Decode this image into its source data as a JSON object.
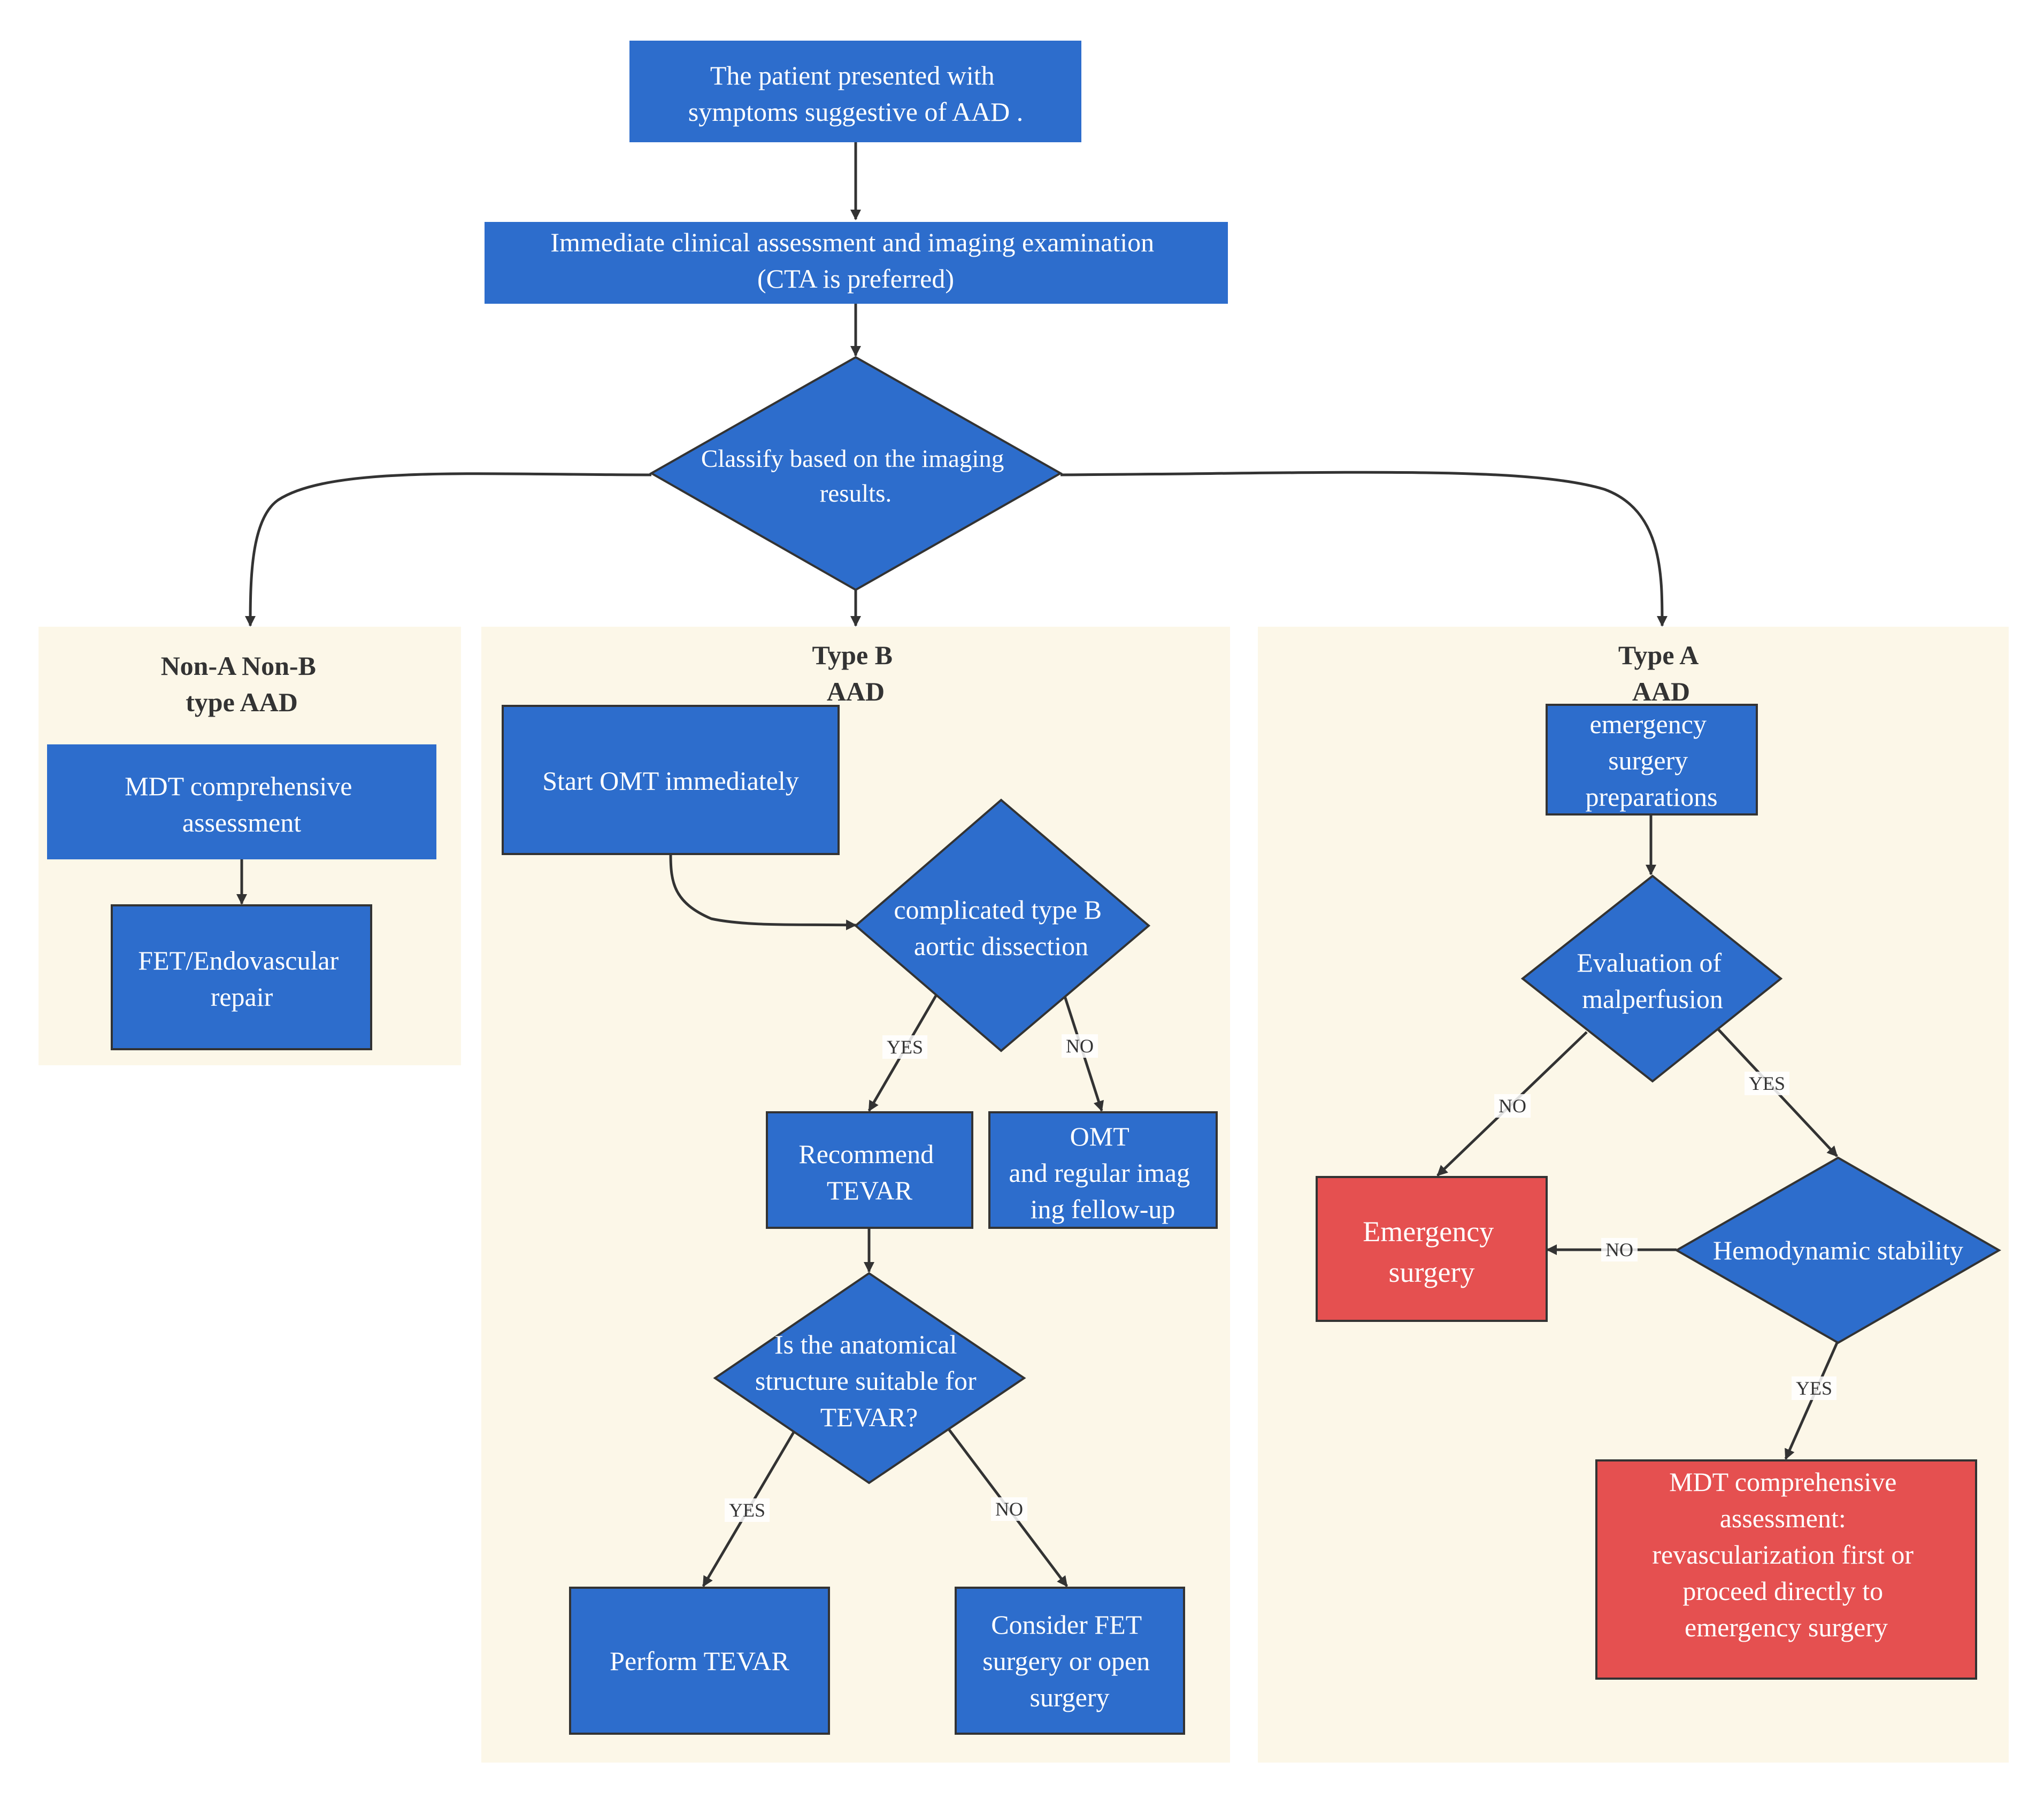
{
  "colors": {
    "node_fill": "#2d6dcc",
    "alert_fill": "#e55050",
    "cluster_fill": "#fcf7e8",
    "edge": "#333333",
    "text": "#ffffff"
  },
  "nodes": {
    "start": [
      "The patient presented with",
      "symptoms suggestive of AAD ."
    ],
    "assess": [
      "Immediate clinical assessment and imaging examination",
      "(CTA is preferred)"
    ],
    "classify": [
      "Classify based on the imaging",
      "results."
    ],
    "mdt_nonab": [
      "MDT comprehensive",
      "assessment"
    ],
    "fet_endo": [
      "FET/Endovascular",
      "repair"
    ],
    "omt_start": [
      "Start OMT immediately"
    ],
    "complicated": [
      "complicated type B",
      "aortic dissection"
    ],
    "recommend_tevar": [
      "Recommend",
      "TEVAR"
    ],
    "omt_regular": [
      "OMT",
      "and regular imag",
      "ing fellow-up"
    ],
    "anatomy": [
      "Is the anatomical",
      "structure suitable for",
      "TEVAR?"
    ],
    "perform_tevar": [
      "Perform TEVAR"
    ],
    "consider_fet": [
      "Consider FET",
      "surgery or open",
      "surgery"
    ],
    "emerg_prep": [
      "emergency",
      "surgery",
      "preparations"
    ],
    "malperfusion": [
      "Evaluation of",
      "malperfusion"
    ],
    "emerg_surgery": [
      "Emergency",
      "surgery"
    ],
    "hemodynamic": [
      "Hemodynamic stability"
    ],
    "mdt_typea": [
      "MDT comprehensive",
      "assessment:",
      "revascularization first or",
      "proceed directly to",
      "emergency surgery"
    ]
  },
  "clusters": {
    "nonab": [
      "Non-A Non-B",
      "type AAD"
    ],
    "typeb": [
      "Type B",
      "AAD"
    ],
    "typea": [
      "Type A",
      "AAD"
    ]
  },
  "edge_labels": {
    "complicated_yes": "YES",
    "complicated_no": "NO",
    "anatomy_yes": "YES",
    "anatomy_no": "NO",
    "malperfusion_no": "NO",
    "malperfusion_yes": "YES",
    "hemodynamic_no": "NO",
    "hemodynamic_yes": "YES"
  }
}
